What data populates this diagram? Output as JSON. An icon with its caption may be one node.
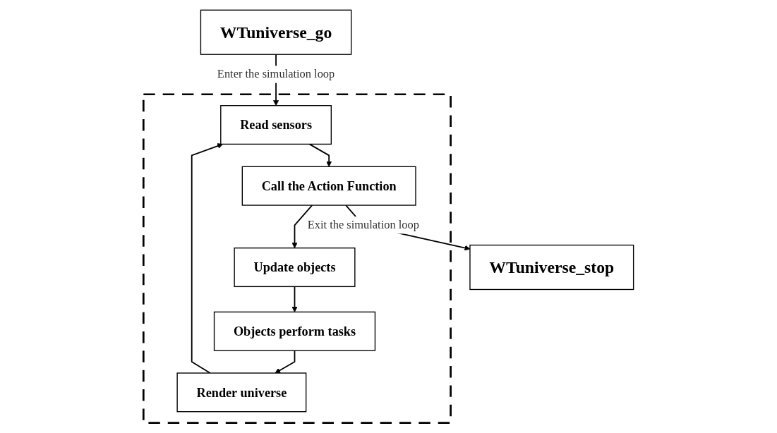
{
  "diagram": {
    "nodes": [
      {
        "text": [
          "WTuniverse_go"
        ]
      },
      {
        "text": [],
        "shape": "box"
      },
      {
        "text": [
          "Read sensors"
        ],
        "in": 1
      },
      {
        "text": [
          "Call the Action Function"
        ],
        "in": 1
      },
      {
        "text": [
          "Update objects"
        ],
        "in": 1
      },
      {
        "text": [
          "Objects perform tasks"
        ],
        "in": 1
      },
      {
        "text": [
          "Render universe"
        ],
        "in": 1
      },
      {
        "text": [
          "WTuniverse_stop"
        ]
      }
    ],
    "edges": [
      {
        "from": 0,
        "to": 2,
        "arrow": "to",
        "label": "Enter the simulation loop"
      },
      {
        "from": 2,
        "to": 3,
        "arrow": "to"
      },
      {
        "from": 3,
        "to": 4,
        "arrow": "to"
      },
      {
        "from": 4,
        "to": 5,
        "arrow": "to"
      },
      {
        "from": 5,
        "to": 6,
        "arrow": "to"
      },
      {
        "from": 6,
        "to": 2,
        "arrow": "to"
      },
      {
        "from": 3,
        "to": 7,
        "arrow": "to",
        "label": "Exit the simulation loop"
      }
    ]
  }
}
